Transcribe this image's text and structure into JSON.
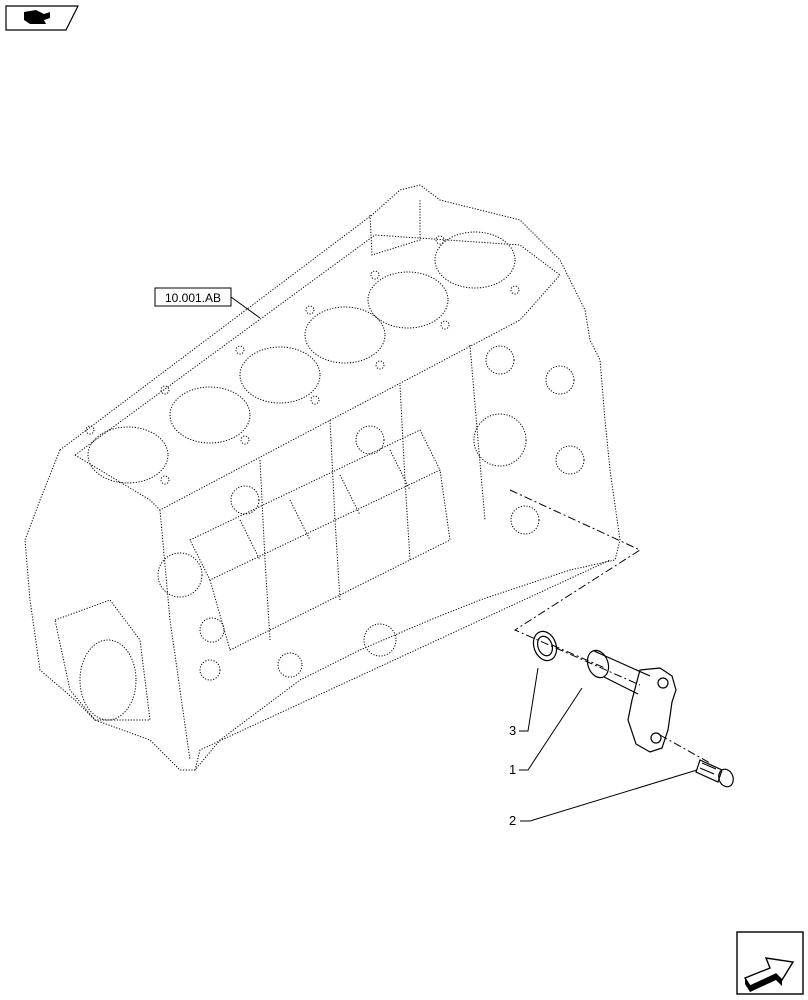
{
  "reference_label": "10.001.AB",
  "callouts": [
    {
      "number": "3",
      "part": "ring"
    },
    {
      "number": "1",
      "part": "pin"
    },
    {
      "number": "2",
      "part": "screw"
    }
  ],
  "icons": {
    "top_left": "book-arrow-icon",
    "bottom_right": "next-page-arrow-icon"
  }
}
